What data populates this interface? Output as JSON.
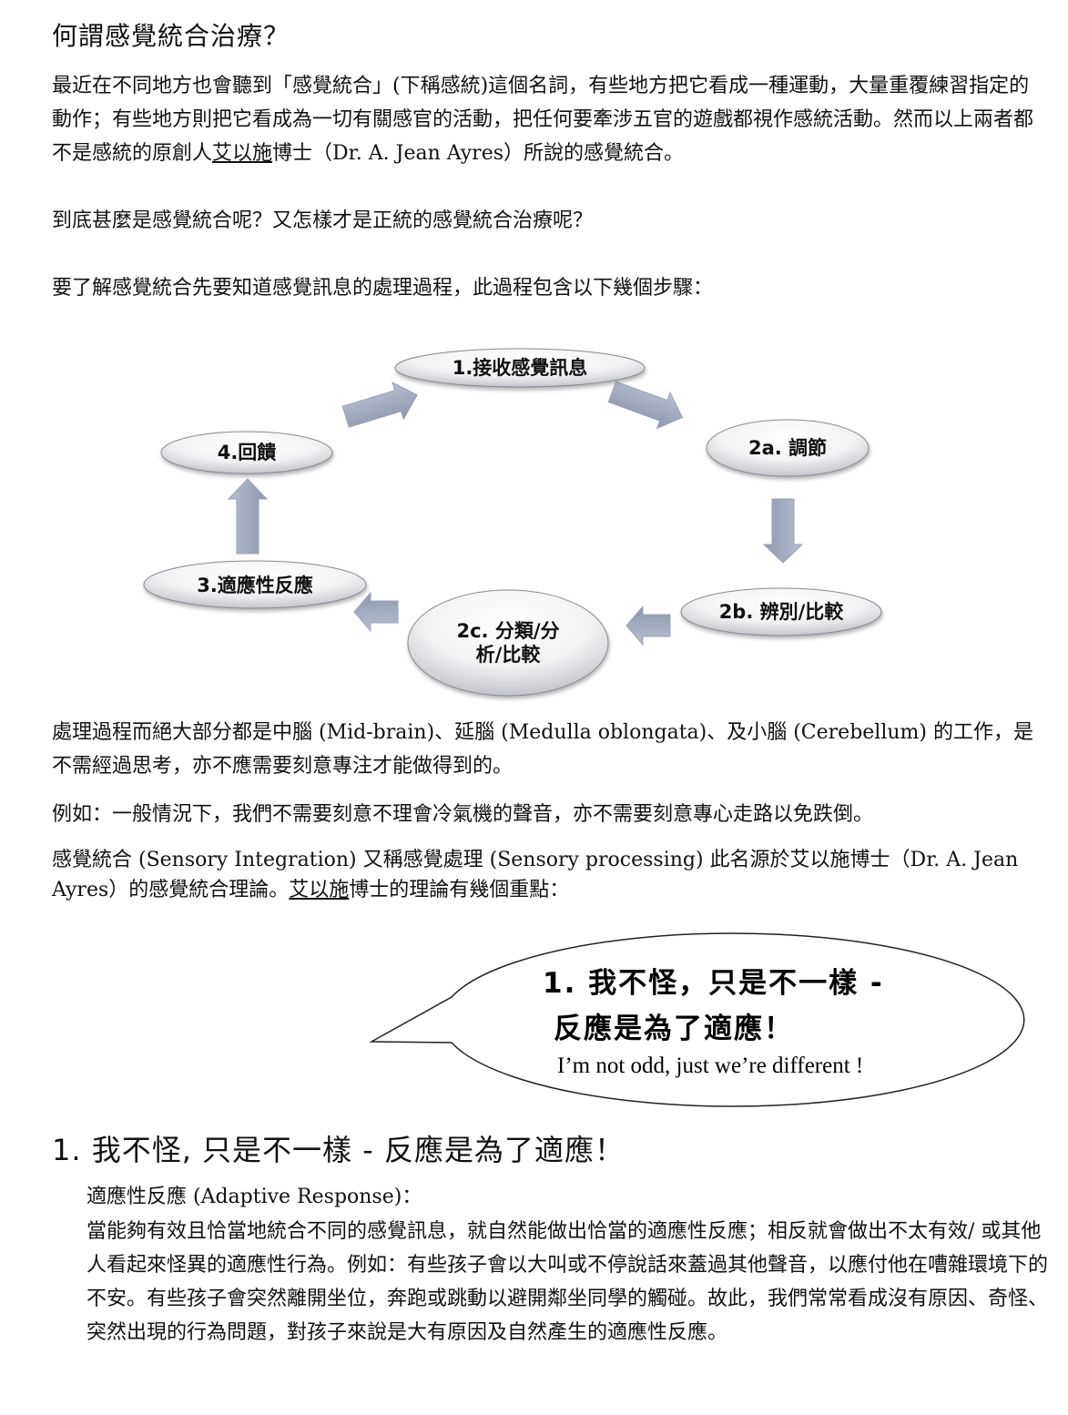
{
  "title": "何謂感覺統合治療？",
  "intro": {
    "before_name": "最近在不同地方也會聽到「感覺統合」(下稱感統)這個名詞，有些地方把它看成一種運動，大量重覆練習指定的動作；有些地方則把它看成為一切有關感官的活動，把任何要牽涉五官的遊戲都視作感統活動。然而以上兩者都不是感統的原創人",
    "name": "艾以施",
    "after_name": "博士（Dr. A. Jean Ayres）所說的感覺統合。"
  },
  "question": "到底甚麼是感覺統合呢？又怎樣才是正統的感覺統合治療呢？",
  "steps_intro": "要了解感覺統合先要知道感覺訊息的處理過程，此過程包含以下幾個步驟：",
  "diagram": {
    "node1_prefix": "1.接收",
    "node1_highlight": "感覺訊息",
    "node2a": "2a. 調節",
    "node2b": "2b. 辨別/比較",
    "node2c_line1": "2c. 分類/分",
    "node2c_line2": "析/比較",
    "node3": "3.適應性反應",
    "node4": "4.回饋"
  },
  "processing_note": "處理過程而絕大部分都是中腦 (Mid-brain)、延腦 (Medulla oblongata)、及小腦 (Cerebellum) 的工作，是不需經過思考，亦不應需要刻意專注才能做得到的。",
  "example": "例如：一般情況下，我們不需要刻意不理會冷氣機的聲音，亦不需要刻意專心走路以免跌倒。",
  "theory": {
    "text1": "感覺統合 (Sensory Integration) 又稱感覺處理 (Sensory processing) 此名源於艾以施博士（Dr. A. Jean Ayres）的感覺統合理論。",
    "name": "艾以施",
    "text2": "博士的理論有幾個重點："
  },
  "bubble": {
    "line1": "1. 我不怪，只是不一樣 -",
    "line2": "反應是為了適應！",
    "line3": "I’m not odd, just we’re different !"
  },
  "section_heading": "1. 我不怪, 只是不一樣 - 反應是為了適應！",
  "adaptive": {
    "label": "適應性反應 (Adaptive Response)：",
    "body": "當能夠有效且恰當地統合不同的感覺訊息，就自然能做出恰當的適應性反應；相反就會做出不太有效/ 或其他人看起來怪異的適應性行為。例如：有些孩子會以大叫或不停說話來蓋過其他聲音，以應付他在嘈雜環境下的不安。有些孩子會突然離開坐位，奔跑或跳動以避開鄰坐同學的觸碰。故此，我們常常看成沒有原因、奇怪、突然出現的行為問題，對孩子來說是大有原因及自然產生的適應性反應。"
  }
}
